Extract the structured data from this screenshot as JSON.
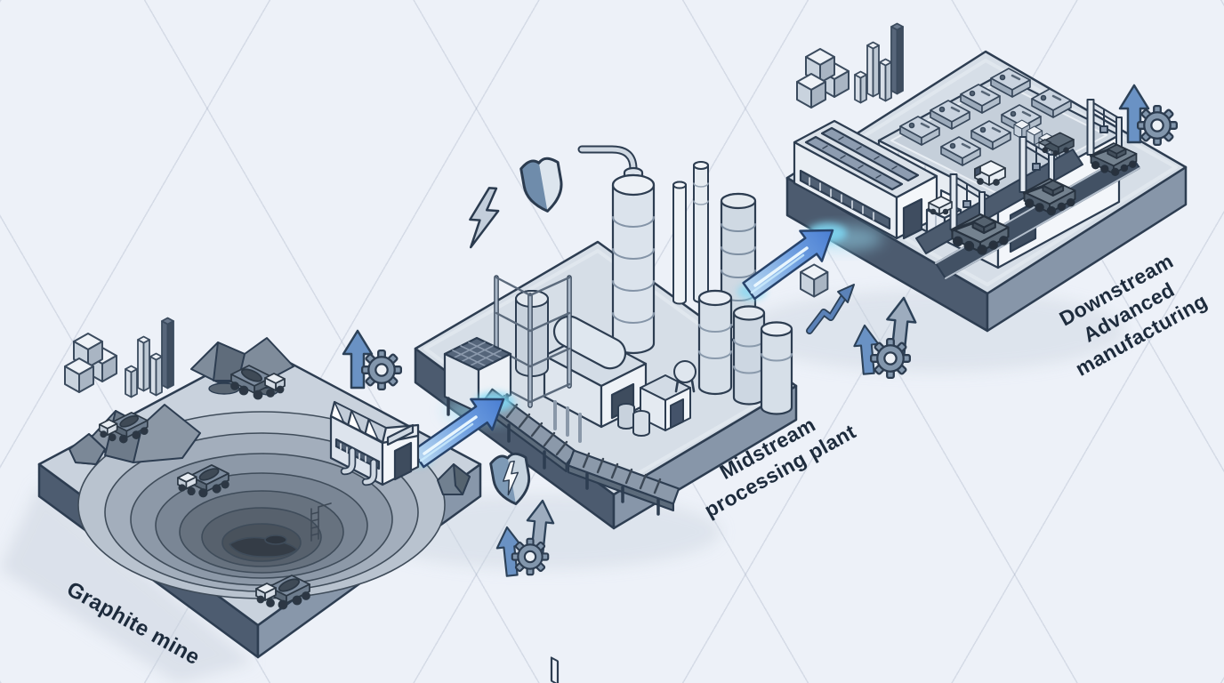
{
  "scene": {
    "description": "Isometric graphite supply chain illustration",
    "background_color": "#edf1f8",
    "grid_line_color": "#d9dfe9"
  },
  "stages": {
    "mine": {
      "label": "Graphite mine"
    },
    "midstream": {
      "label": "Midstream processing plant"
    },
    "downstream": {
      "label": "Downstream Advanced manufacturing"
    }
  },
  "flow": [
    {
      "from": "Graphite mine",
      "to": "Midstream processing plant"
    },
    {
      "from": "Midstream processing plant",
      "to": "Downstream Advanced manufacturing"
    }
  ],
  "icons": {
    "around_mine": [
      "cubes-stack",
      "iso-bar-chart",
      "up-arrow",
      "gear"
    ],
    "around_midstream": [
      "lightning-bolt",
      "shield",
      "shield-lightning",
      "up-arrow",
      "up-arrow",
      "gear"
    ],
    "around_downstream": [
      "cube",
      "trend-up-arrow",
      "up-arrow",
      "up-arrow",
      "gear",
      "cubes-stack",
      "iso-bar-chart",
      "up-arrow",
      "gear"
    ]
  },
  "colors": {
    "outline": "#2d3d51",
    "arrow_blue": "#4a7ed2",
    "arrow_blue_light": "#b7d7f1",
    "glow_cyan": "#7fd9f5",
    "label_text": "#1d2b3c",
    "platform_top": "#d6dee7",
    "platform_side_dark": "#4c5b6f",
    "platform_side_light": "#8796a9"
  }
}
